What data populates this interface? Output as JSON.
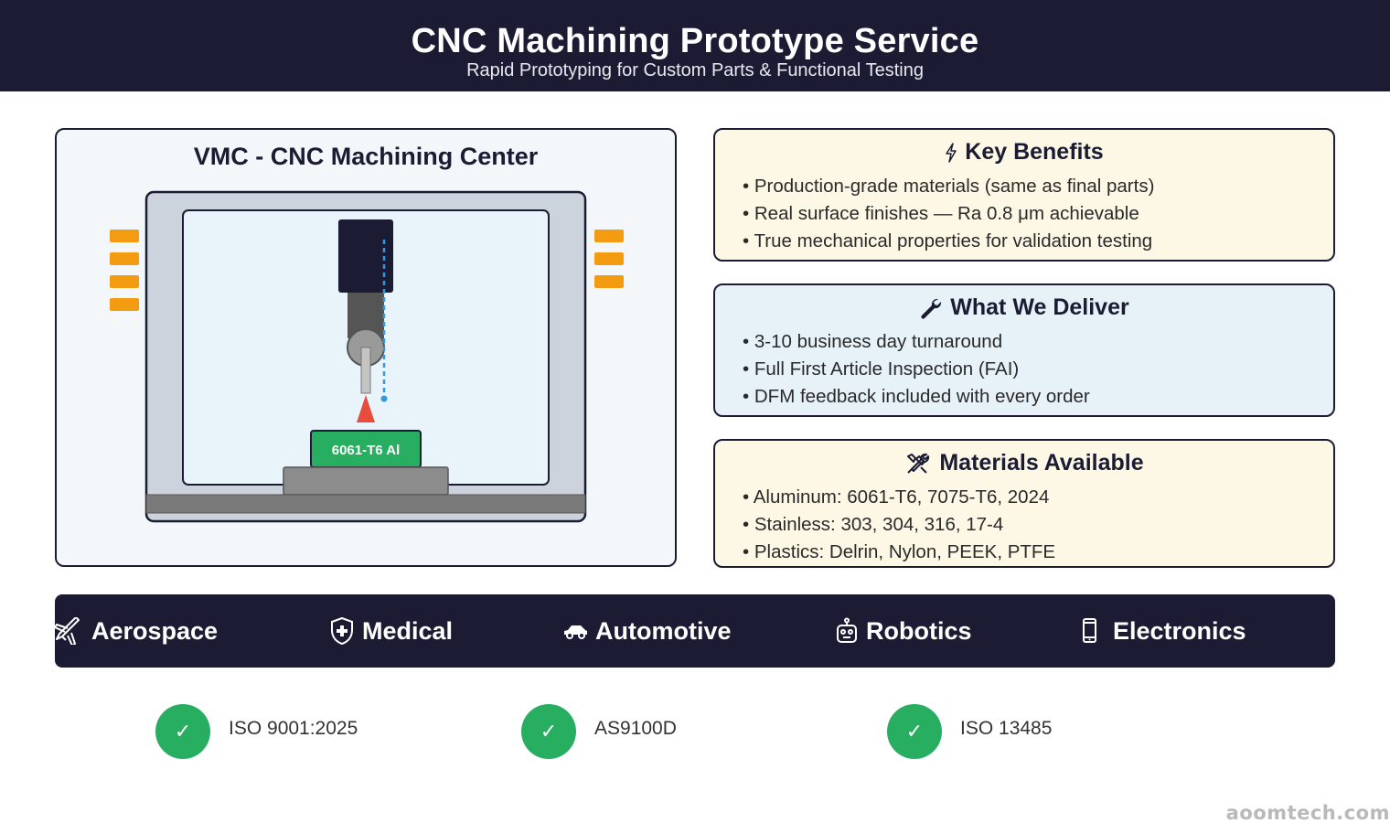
{
  "header": {
    "title": "CNC Machining Prototype Service",
    "subtitle": "Rapid Prototyping for Custom Parts & Functional Testing"
  },
  "machine": {
    "title": "VMC - CNC Machining Center",
    "workpiece_label": "6061-T6 Al"
  },
  "cards": [
    {
      "icon": "lightning-icon",
      "title": "Key Benefits",
      "items": [
        "Production-grade materials (same as final parts)",
        "Real surface finishes — Ra 0.8 μm achievable",
        "True mechanical properties for validation testing"
      ]
    },
    {
      "icon": "wrench-icon",
      "title": "What We Deliver",
      "items": [
        "3-10 business day turnaround",
        "Full First Article Inspection (FAI)",
        "DFM feedback included with every order"
      ]
    },
    {
      "icon": "tools-icon",
      "title": "Materials Available",
      "items": [
        "Aluminum: 6061-T6, 7075-T6, 2024",
        "Stainless: 303, 304, 316, 17-4",
        "Plastics: Delrin, Nylon, PEEK, PTFE"
      ]
    }
  ],
  "industries": [
    {
      "icon": "airplane-icon",
      "label": "Aerospace"
    },
    {
      "icon": "medical-shield-icon",
      "label": "Medical"
    },
    {
      "icon": "car-icon",
      "label": "Automotive"
    },
    {
      "icon": "robot-icon",
      "label": "Robotics"
    },
    {
      "icon": "phone-icon",
      "label": "Electronics"
    }
  ],
  "certifications": [
    {
      "check": "✓",
      "label": "ISO 9001:2025"
    },
    {
      "check": "✓",
      "label": "AS9100D"
    },
    {
      "check": "✓",
      "label": "ISO 13485"
    }
  ],
  "watermark": "aoomtech.com",
  "colors": {
    "navy": "#1b1c33",
    "orange": "#f39c12",
    "green": "#27ae60",
    "red": "#e74c3c",
    "blue_dash": "#3498db"
  }
}
